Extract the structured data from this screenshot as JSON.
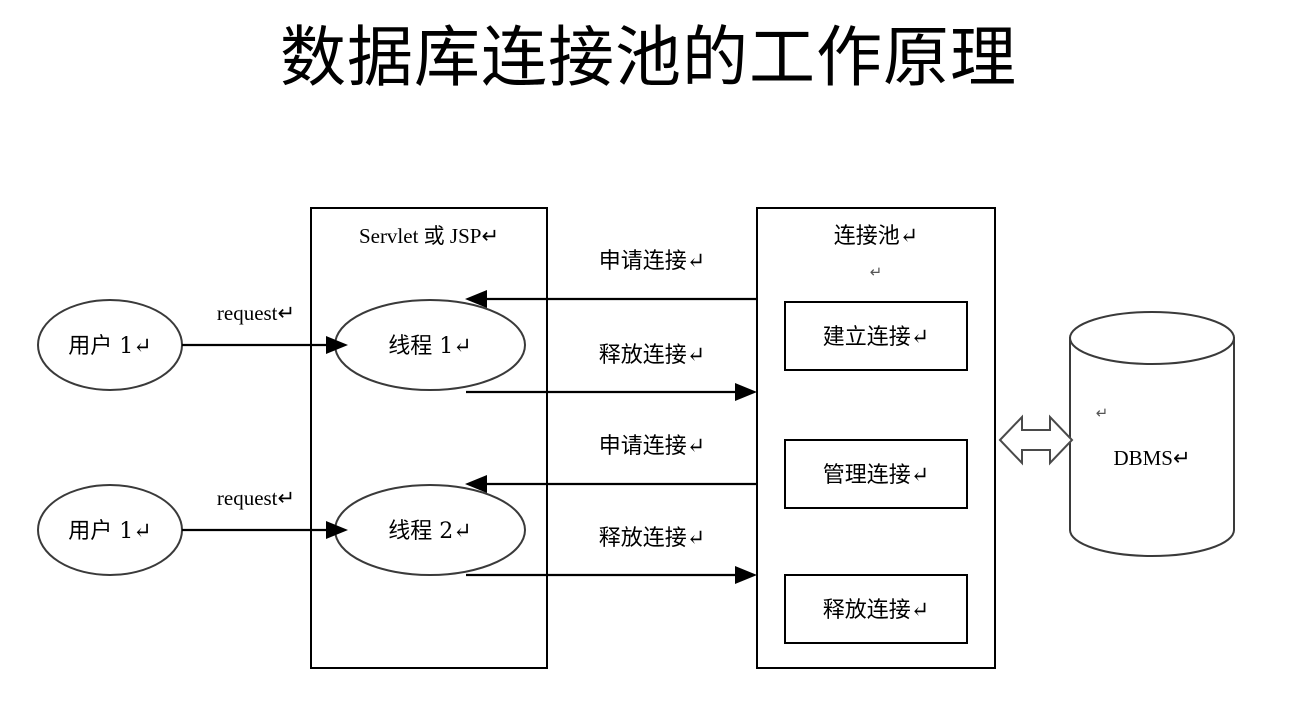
{
  "title": "数据库连接池的工作原理",
  "diagram": {
    "type": "flow-diagram",
    "return_mark": "↵",
    "users": [
      {
        "name": "user-1",
        "label": "用户 1↵"
      },
      {
        "name": "user-2",
        "label": "用户 1↵"
      }
    ],
    "request_labels": [
      {
        "name": "request-1",
        "label": "request↵"
      },
      {
        "name": "request-2",
        "label": "request↵"
      }
    ],
    "servlet_container": {
      "title": "Servlet 或 JSP↵",
      "threads": [
        {
          "name": "thread-1",
          "label": "线程 1↵"
        },
        {
          "name": "thread-2",
          "label": "线程 2↵"
        }
      ]
    },
    "flow_labels": [
      {
        "name": "apply-connection-1",
        "label": "申请连接↵"
      },
      {
        "name": "release-connection-1",
        "label": "释放连接↵"
      },
      {
        "name": "apply-connection-2",
        "label": "申请连接↵"
      },
      {
        "name": "release-connection-2",
        "label": "释放连接↵"
      }
    ],
    "pool": {
      "title": "连接池↵",
      "subtitle": "↵",
      "items": [
        {
          "name": "create-connection",
          "label": "建立连接↵"
        },
        {
          "name": "manage-connection",
          "label": "管理连接↵"
        },
        {
          "name": "release-connection",
          "label": "释放连接↵"
        }
      ]
    },
    "database": {
      "name": "dbms-cylinder",
      "top_mark": "↵",
      "label": "DBMS↵"
    },
    "colors": {
      "background": "#ffffff",
      "stroke": "#000000",
      "text": "#000000",
      "mark": "#555555"
    }
  }
}
